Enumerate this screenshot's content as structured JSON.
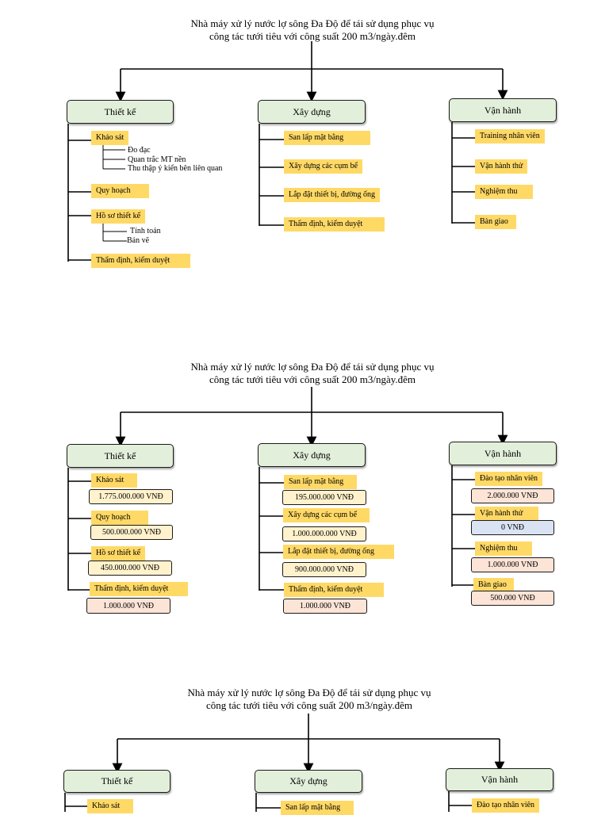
{
  "title": {
    "line1": "Nhà máy xử lý nước lợ sông Đa Độ để tái sử dụng phục vụ",
    "line2": "công tác tưới tiêu với công suất 200 m3/ngày.đêm"
  },
  "phases": {
    "design": "Thiết kế",
    "construction": "Xây dựng",
    "operation": "Vận hành"
  },
  "diagram1": {
    "design": {
      "survey": "Khảo sát",
      "survey_subs": [
        "Đo đạc",
        "Quan trắc MT nền",
        "Thu thập ý kiến bên liên quan"
      ],
      "planning": "Quy hoạch",
      "design_docs": "Hồ sơ thiết kế",
      "design_docs_subs": [
        "Tính toán",
        "Bản vẽ"
      ],
      "appraisal": "Thẩm định, kiểm duyệt"
    },
    "construction": {
      "leveling": "San lấp mặt bằng",
      "tanks": "Xây dựng các cụm bể",
      "install": "Lắp đặt thiết bị, đường ống",
      "appraisal": "Thẩm định, kiểm duyệt"
    },
    "operation": {
      "training": "Training nhân viên",
      "trial": "Vận hành thử",
      "acceptance": "Nghiệm thu",
      "handover": "Bàn giao"
    }
  },
  "diagram2": {
    "design": {
      "survey": "Khảo sát",
      "survey_cost": "1.775.000.000 VNĐ",
      "planning": "Quy hoạch",
      "planning_cost": "500.000.000 VNĐ",
      "design_docs": "Hồ sơ thiết kế",
      "design_docs_cost": "450.000.000 VNĐ",
      "appraisal": "Thẩm định, kiểm duyệt",
      "appraisal_cost": "1.000.000 VNĐ"
    },
    "construction": {
      "leveling": "San lấp mặt bằng",
      "leveling_cost": "195.000.000 VNĐ",
      "tanks": "Xây dựng các cụm bể",
      "tanks_cost": "1.000.000.000 VNĐ",
      "install": "Lắp đặt thiết bị, đường ống",
      "install_cost": "900.000.000 VNĐ",
      "appraisal": "Thẩm định, kiểm duyệt",
      "appraisal_cost": "1.000.000 VNĐ"
    },
    "operation": {
      "training": "Đào tạo nhân viên",
      "training_cost": "2.000.000 VNĐ",
      "trial": "Vận hành thử",
      "trial_cost": "0 VNĐ",
      "acceptance": "Nghiệm thu",
      "acceptance_cost": "1.000.000 VNĐ",
      "handover": "Bàn giao",
      "handover_cost": "500.000 VNĐ"
    }
  },
  "diagram3": {
    "design": {
      "survey": "Khảo sát"
    },
    "construction": {
      "leveling": "San lấp mặt bằng"
    },
    "operation": {
      "training": "Đào tạo nhân viên"
    }
  },
  "colors": {
    "phase_box": "#e2efda",
    "task_label": "#ffd966",
    "cost_yellow": "#fff2cc",
    "cost_peach": "#fce4d6",
    "cost_blue": "#dae3f3"
  }
}
